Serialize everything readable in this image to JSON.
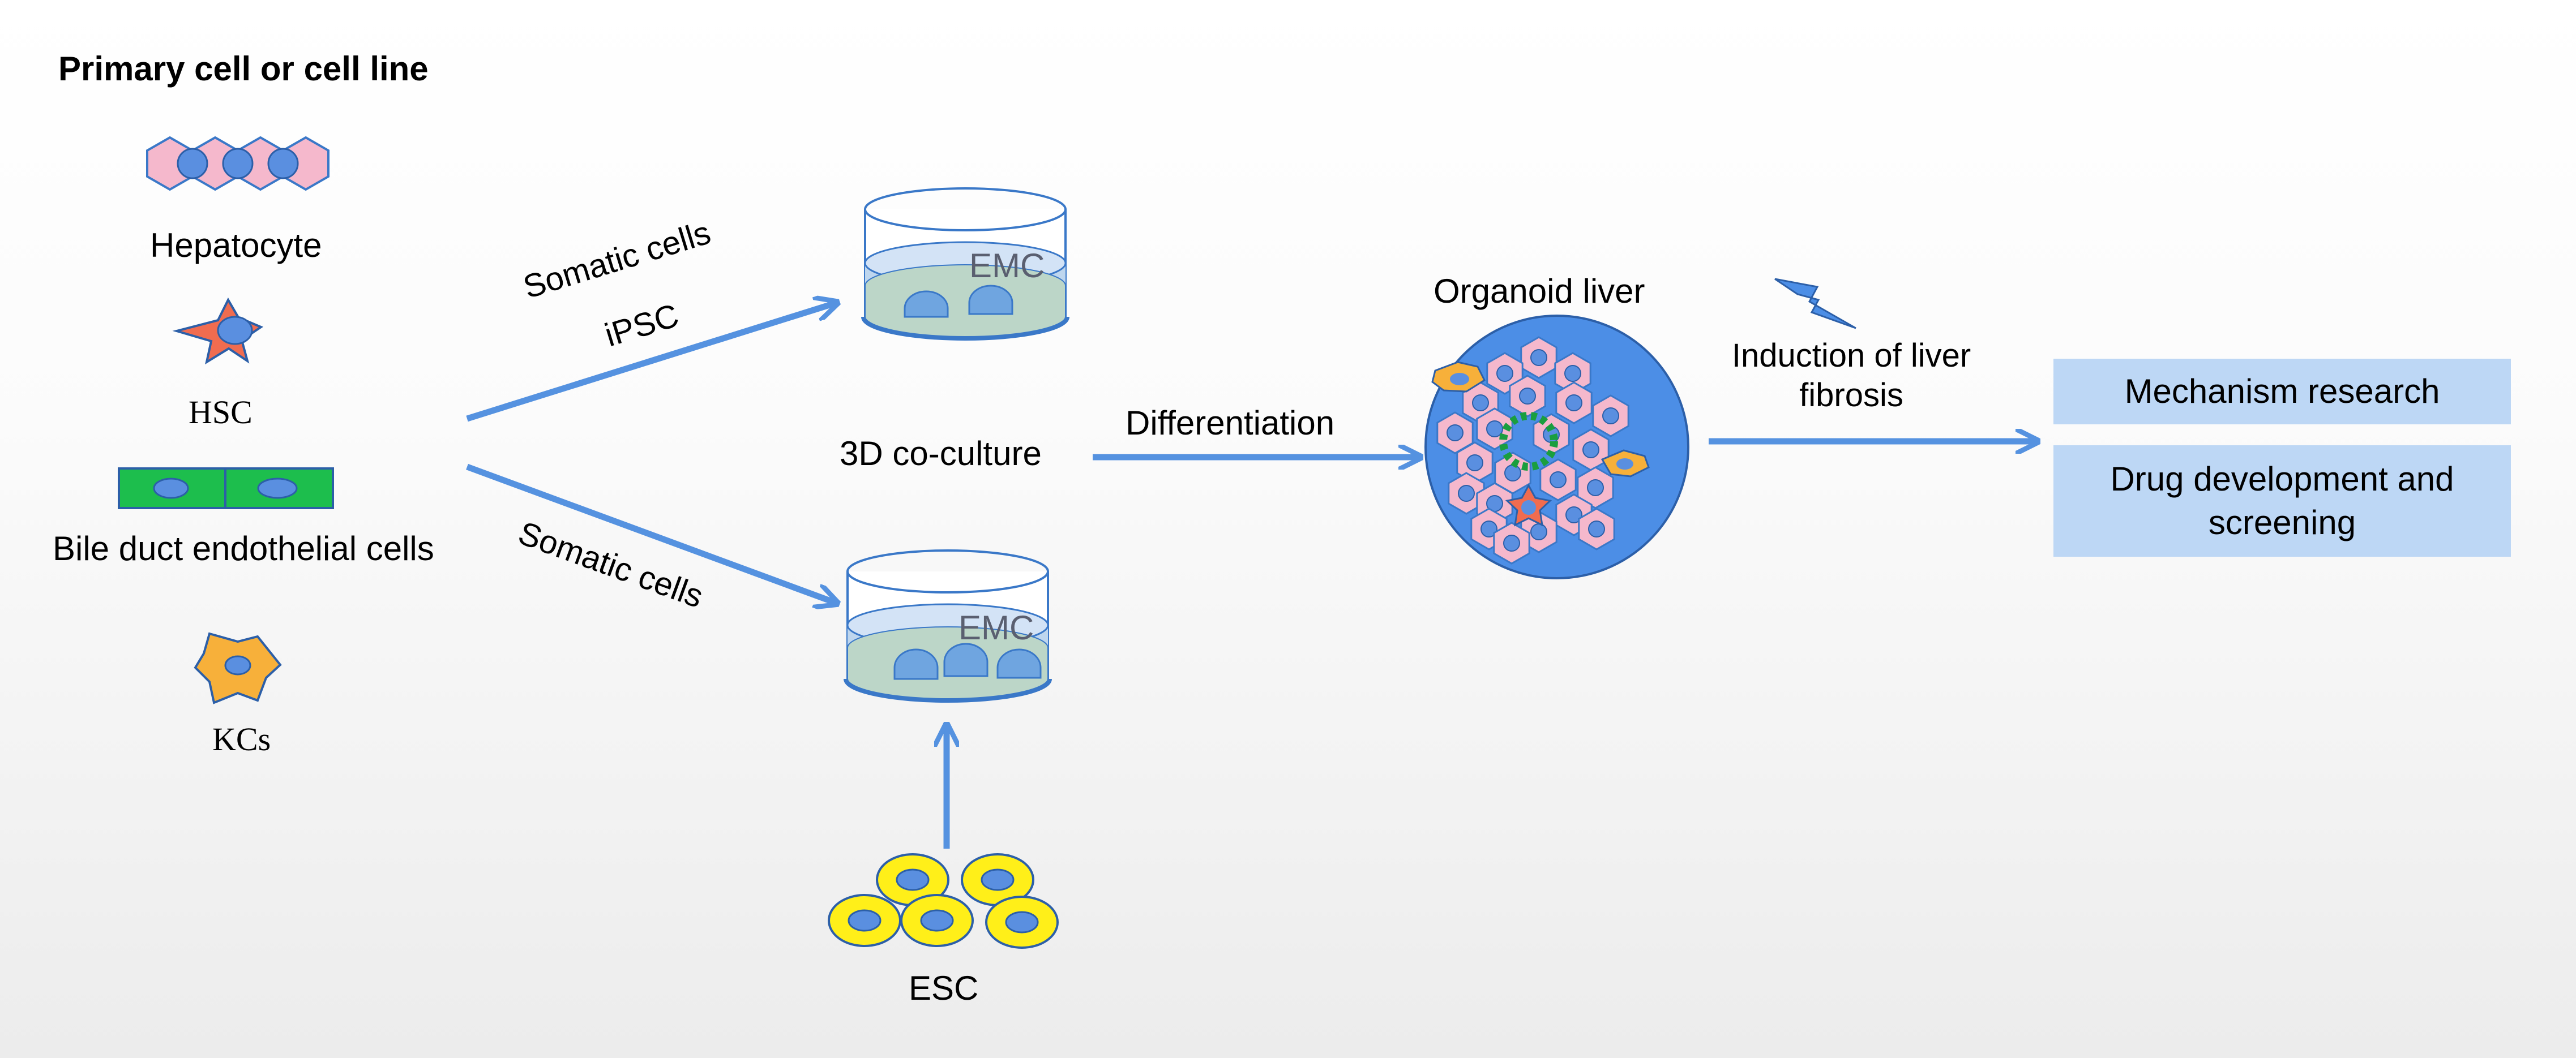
{
  "title": "Primary cell or cell line",
  "cell_types": {
    "hepatocyte": "Hepatocyte",
    "hsc": "HSC",
    "bile_duct": "Bile duct endothelial cells",
    "kcs": "KCs"
  },
  "arrows": {
    "upper": [
      "Somatic cells",
      "iPSC"
    ],
    "lower": "Somatic cells",
    "differentiation": "Differentiation"
  },
  "culture": {
    "method": "3D co-culture",
    "dish_label_top": "EMC",
    "dish_label_bottom": "EMC"
  },
  "esc_label": "ESC",
  "organoid_label": "Organoid liver",
  "induction_label": [
    "Induction of liver",
    "fibrosis"
  ],
  "applications": [
    "Mechanism research",
    "Drug development and screening"
  ],
  "colors": {
    "arrow": "#5592e0",
    "hepatocyte_fill": "#f5b8cc",
    "nucleus": "#5a8fe0",
    "hsc_fill": "#f06c50",
    "bile_duct_fill": "#1dbe4d",
    "kc_fill": "#f7b03a",
    "esc_fill": "#ffef19",
    "organoid_bg": "#4c8ee6",
    "application_box": "#bdd7f5"
  }
}
